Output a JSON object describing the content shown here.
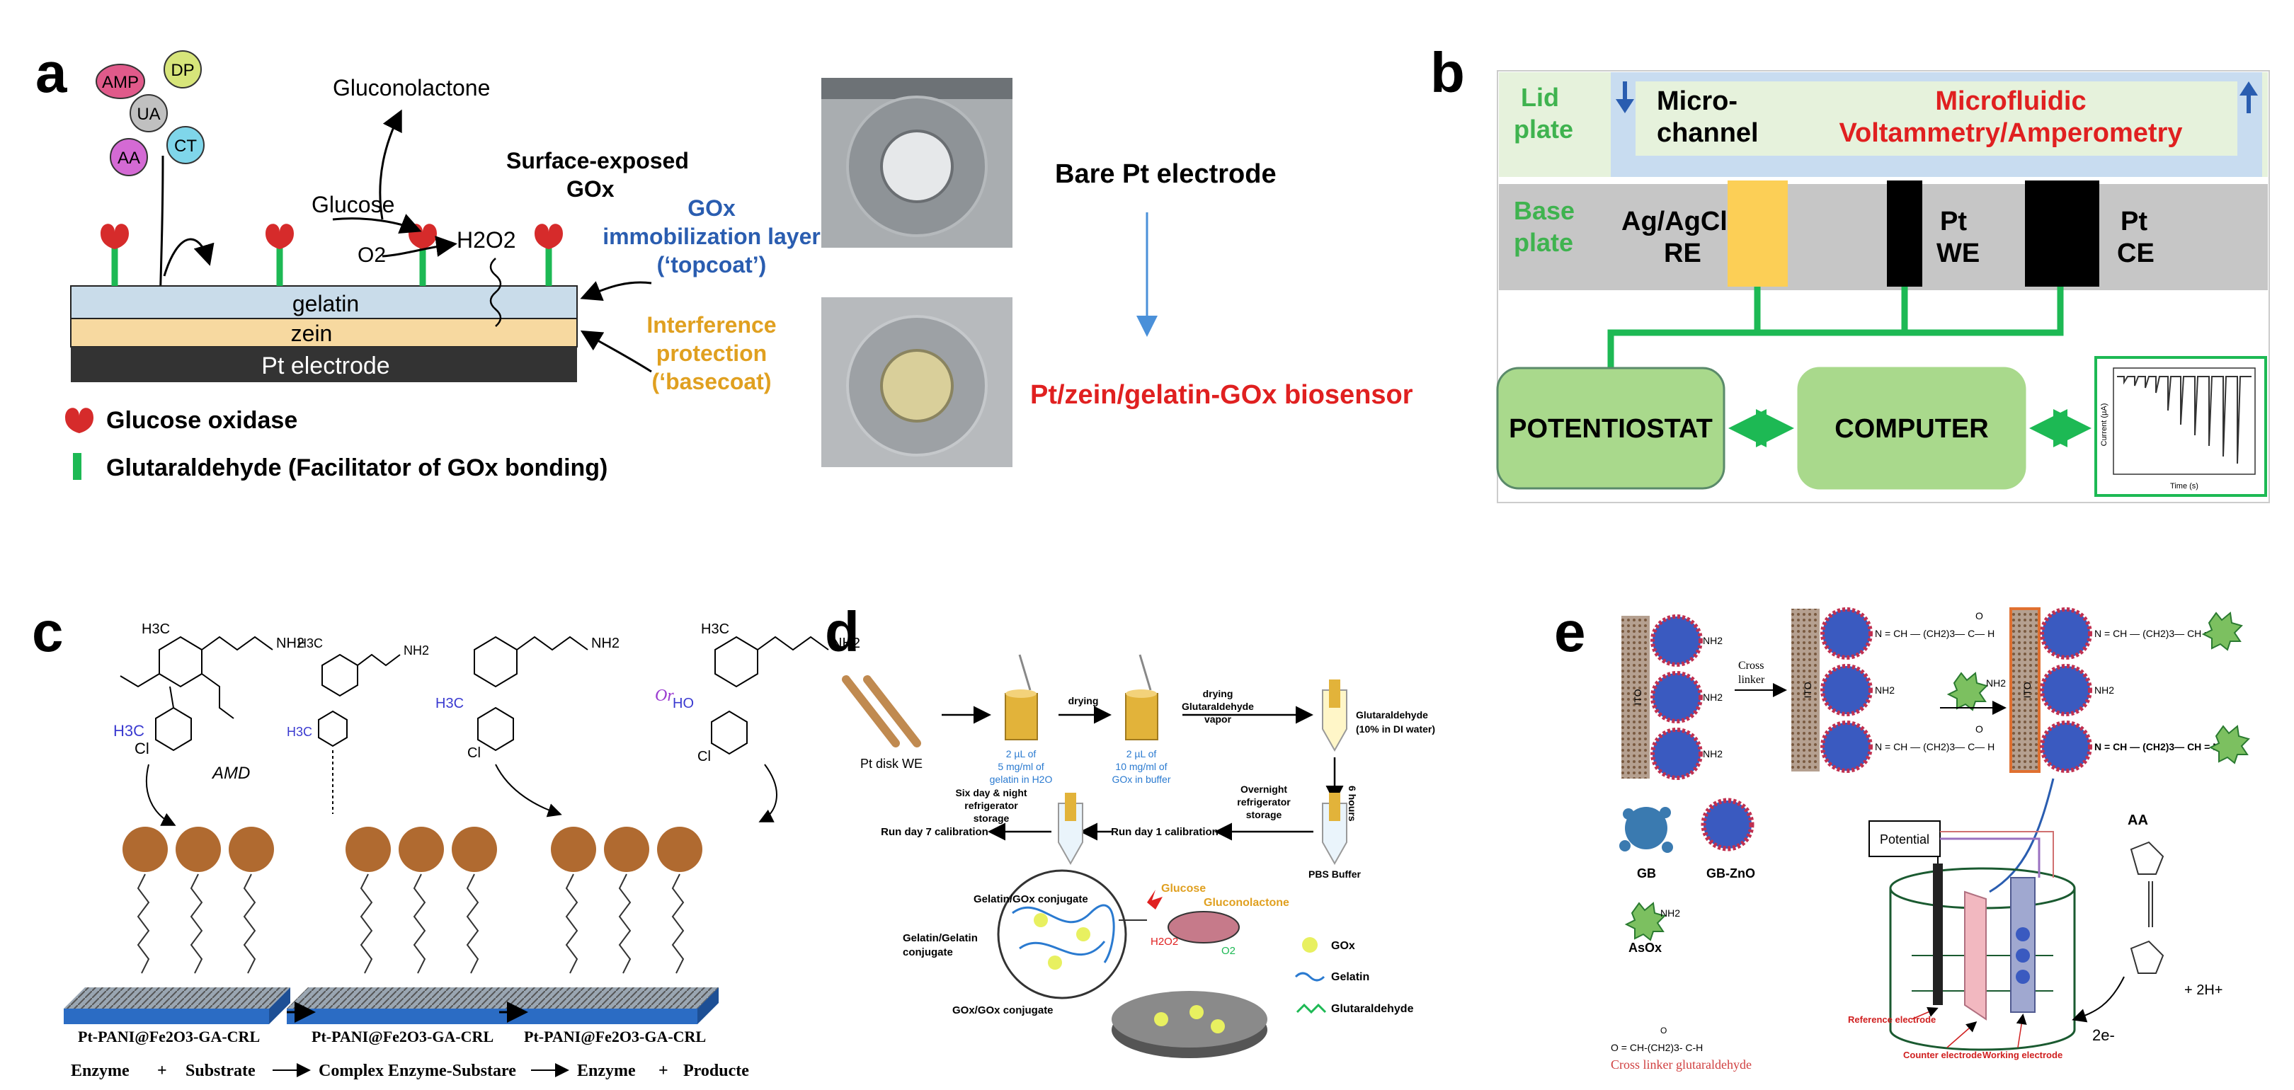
{
  "panel_labels": {
    "a": "a",
    "b": "b",
    "c": "c",
    "d": "d",
    "e": "e"
  },
  "colors": {
    "green": "#1db954",
    "red": "#e02020",
    "blue": "#2a5db0",
    "gold": "#e0a020",
    "gelatin": "#c9dcea",
    "zein": "#f7d9a0",
    "electrode": "#333333"
  },
  "panel_a": {
    "interferents": [
      "AMP",
      "DP",
      "UA",
      "AA",
      "CT"
    ],
    "gluconolactone": "Gluconolactone",
    "glucose": "Glucose",
    "o2": "O2",
    "h2o2": "H2O2",
    "surface_exposed": "Surface-exposed",
    "gox": "GOx",
    "cross": "×",
    "layer_gelatin": "gelatin",
    "layer_zein": "zein",
    "layer_pt": "Pt electrode",
    "gox_layer_1": "GOx",
    "gox_layer_2": "immobilization layer",
    "gox_layer_3": "(‘topcoat’)",
    "interf_1": "Interference",
    "interf_2": "protection",
    "interf_3": "(‘basecoat)",
    "legend_gox": "Glucose oxidase",
    "legend_ga": "Glutaraldehyde (Facilitator of GOx bonding)",
    "bare": "Bare Pt electrode",
    "biosensor": "Pt/zein/gelatin-GOx biosensor"
  },
  "panel_b": {
    "lid_1": "Lid",
    "lid_2": "plate",
    "micro_1": "Micro-",
    "micro_2": "channel",
    "mv_1": "Microfluidic",
    "mv_2": "Voltammetry/Amperometry",
    "base_1": "Base",
    "base_2": "plate",
    "re_1": "Ag/AgCl",
    "re_2": "RE",
    "we_1": "Pt",
    "we_2": "WE",
    "ce_1": "Pt",
    "ce_2": "CE",
    "potentiostat": "POTENTIOSTAT",
    "computer": "COMPUTER",
    "graph_xlabel": "Time (s)",
    "graph_ylabel": "Current (µA)"
  },
  "panel_c": {
    "amd": "AMD",
    "nh2": "NH2",
    "h3c": "H3C",
    "cl": "Cl",
    "or": "Or",
    "ho": "HO",
    "label": "Pt-PANI@Fe2O3-GA-CRL",
    "eq": [
      "Enzyme",
      "+",
      "Substrate",
      "Complex Enzyme-Substare",
      "Enzyme",
      "+",
      "Producte"
    ]
  },
  "panel_d": {
    "pt_disk": "Pt disk WE",
    "s1_1": "2 µL of",
    "s1_2": "5 mg/ml of",
    "s1_3": "gelatin in H2O",
    "drying1": "drying",
    "s2_1": "2 µL of",
    "s2_2": "10 mg/ml of",
    "s2_3": "GOx in buffer",
    "drying2_1": "drying",
    "drying2_2": "Glutaraldehyde",
    "drying2_3": "vapor",
    "ga_1": "Glutaraldehyde",
    "ga_2": "(10% in DI water)",
    "hours": "6 hours",
    "overnight_1": "Overnight",
    "overnight_2": "refrigerator",
    "overnight_3": "storage",
    "pbs": "PBS Buffer",
    "run1": "Run day 1 calibration",
    "six_1": "Six day & night",
    "six_2": "refrigerator",
    "six_3": "storage",
    "run7": "Run day 7 calibration",
    "conj1": "Gelatin/GOx conjugate",
    "conj2_1": "Gelatin/Gelatin",
    "conj2_2": "conjugate",
    "conj3": "GOx/GOx conjugate",
    "glucose": "Glucose",
    "gluconolactone": "Gluconolactone",
    "h2o2": "H2O2",
    "o2": "O2",
    "leg_gox": "GOx",
    "leg_gelatin": "Gelatin",
    "leg_ga": "Glutaraldehyde"
  },
  "panel_e": {
    "ito": "ITO",
    "cross_1": "Cross",
    "cross_2": "linker",
    "nh2": "NH2",
    "imine": "N = CH — (CH2)3— C— H",
    "imine2": "N = CH — (CH2)3— CH = N",
    "o": "O",
    "gb": "GB",
    "gbzno": "GB-ZnO",
    "asox": "AsOx",
    "ga_formula": "O = CH-(CH2)3- C-H",
    "ga_label": "Cross linker glutaraldehyde",
    "potential": "Potential",
    "aa": "AA",
    "ref": "Reference electrode",
    "counter": "Counter electrode",
    "working": "Working electrode",
    "e": "2e-",
    "h": "+ 2H+"
  }
}
